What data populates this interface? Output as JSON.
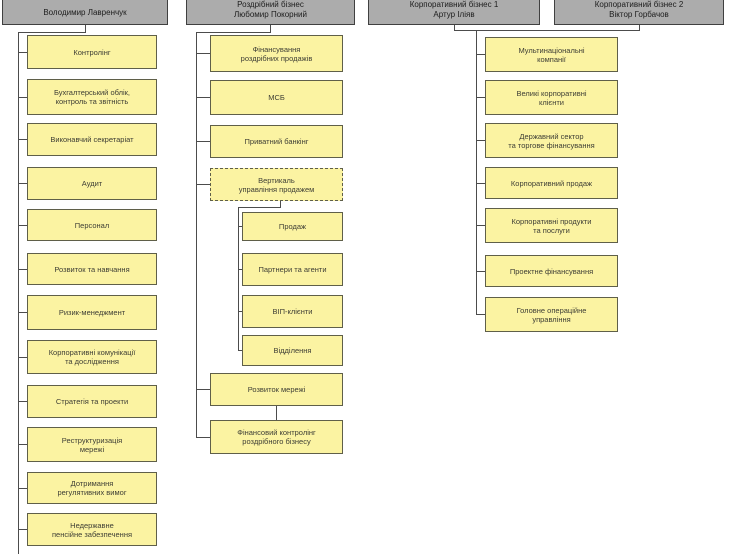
{
  "org": {
    "headers": [
      {
        "name": "Володимир Лавренчук"
      },
      {
        "title": "Роздрібний бізнес",
        "name": "Любомир Покорний"
      },
      {
        "title": "Корпоративний бізнес 1",
        "name": "Артур Іліяв"
      },
      {
        "title": "Корпоративний бізнес 2",
        "name": "Віктор Горбачов"
      }
    ],
    "executive": [
      "Контролінг",
      "Бухгалтерський облік,\nконтроль та звітність",
      "Виконавчий секретаріат",
      "Аудит",
      "Персонал",
      "Розвиток та навчання",
      "Ризик-менеджмент",
      "Корпоративні комунікації\nта дослідження",
      "Стратегія та проекти",
      "Реструктуризація\nмережі",
      "Дотримання\nрегулятивних вимог",
      "Недержавне\nпенсійне забезпечення"
    ],
    "retail": [
      "Фінансування\nроздрібних продажів",
      "МСБ",
      "Приватний банкінг",
      "Вертикаль\nуправління продажем",
      "Розвиток мережі",
      "Фінансовий контролінг\nроздрібного бізнесу"
    ],
    "retail_sales": [
      "Продаж",
      "Партнери та агенти",
      "ВІП-клієнти",
      "Відділення"
    ],
    "corporate": [
      "Мультинаціональні\nкомпанії",
      "Великі корпоративні\nклієнти",
      "Державний сектор\nта торгове фінансування",
      "Корпоративний продаж",
      "Корпоративні продукти\nта послуги",
      "Проектне фінансування",
      "Головне операційне\nуправління"
    ],
    "colors": {
      "node_fill": "#fbf3a2",
      "node_border": "#5f5f49",
      "header_fill": "#acacac",
      "header_border": "#404040",
      "connector": "#4c4c4c"
    }
  }
}
